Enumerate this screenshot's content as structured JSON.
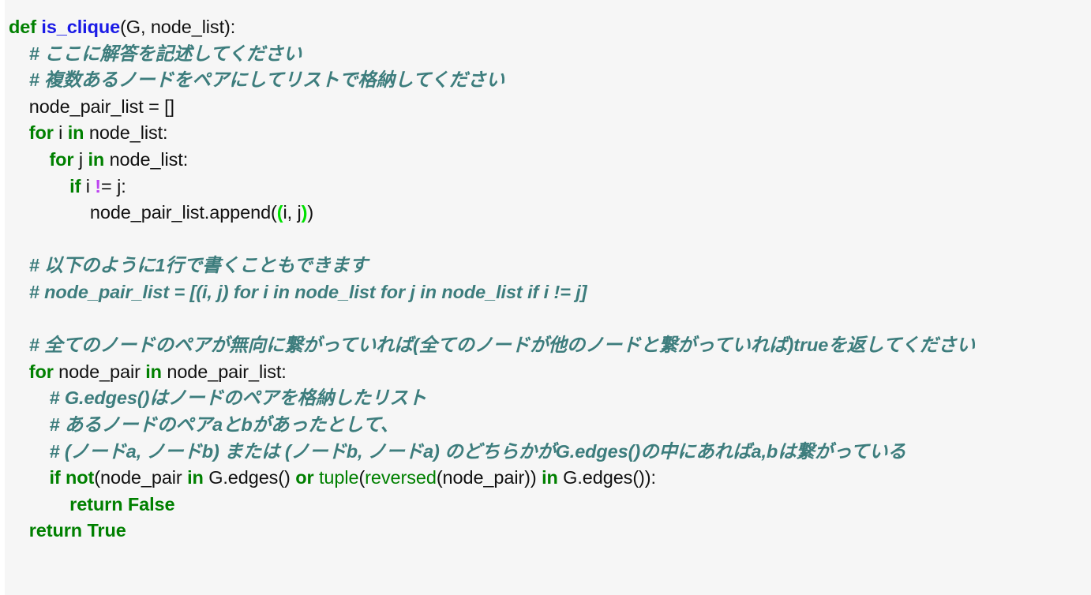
{
  "editor": {
    "background_color": "#f6f6f6",
    "gutter_color": "#ffffff",
    "language": "Python",
    "colors": {
      "keyword": "#008000",
      "builtin": "#008000",
      "function_name": "#1a1ae6",
      "comment": "#3d7d7d",
      "plain_text": "#111111",
      "bracket_highlight": "#00e000",
      "operator_highlight": "#bd45f0"
    }
  },
  "code": {
    "lines": [
      {
        "indent": 0,
        "tokens": [
          {
            "t": "def",
            "c": "kw"
          },
          {
            "t": " ",
            "c": "plain"
          },
          {
            "t": "is_clique",
            "c": "fname"
          },
          {
            "t": "(G, node_list):",
            "c": "plain"
          }
        ]
      },
      {
        "indent": 1,
        "tokens": [
          {
            "t": "# ここに解答を記述してください",
            "c": "comment"
          }
        ]
      },
      {
        "indent": 1,
        "tokens": [
          {
            "t": "# 複数あるノードをペアにしてリストで格納してください",
            "c": "comment"
          }
        ]
      },
      {
        "indent": 1,
        "tokens": [
          {
            "t": "node_pair_list = []",
            "c": "plain"
          }
        ]
      },
      {
        "indent": 1,
        "tokens": [
          {
            "t": "for",
            "c": "kw"
          },
          {
            "t": " i ",
            "c": "plain"
          },
          {
            "t": "in",
            "c": "kw"
          },
          {
            "t": " node_list:",
            "c": "plain"
          }
        ]
      },
      {
        "indent": 2,
        "tokens": [
          {
            "t": "for",
            "c": "kw"
          },
          {
            "t": " j ",
            "c": "plain"
          },
          {
            "t": "in",
            "c": "kw"
          },
          {
            "t": " node_list:",
            "c": "plain"
          }
        ]
      },
      {
        "indent": 3,
        "tokens": [
          {
            "t": "if",
            "c": "kw"
          },
          {
            "t": " i ",
            "c": "plain"
          },
          {
            "t": "!",
            "c": "op-hl"
          },
          {
            "t": "= j:",
            "c": "plain"
          }
        ]
      },
      {
        "indent": 4,
        "tokens": [
          {
            "t": "node_pair_list.append(",
            "c": "plain"
          },
          {
            "t": "(",
            "c": "bracket-hl"
          },
          {
            "t": "i, j",
            "c": "plain"
          },
          {
            "t": ")",
            "c": "bracket-hl"
          },
          {
            "t": ")",
            "c": "plain"
          }
        ]
      },
      {
        "indent": 0,
        "blank": true,
        "tokens": []
      },
      {
        "indent": 1,
        "tokens": [
          {
            "t": "# 以下のように1行で書くこともできます",
            "c": "comment"
          }
        ]
      },
      {
        "indent": 1,
        "tokens": [
          {
            "t": "# node_pair_list = [(i, j) for i in node_list for j in node_list if i != j]",
            "c": "comment"
          }
        ]
      },
      {
        "indent": 0,
        "blank": true,
        "tokens": []
      },
      {
        "indent": 1,
        "tokens": [
          {
            "t": "# 全てのノードのペアが無向に繋がっていれば(全てのノードが他のノードと繋がっていれば)trueを返してください",
            "c": "comment"
          }
        ]
      },
      {
        "indent": 1,
        "tokens": [
          {
            "t": "for",
            "c": "kw"
          },
          {
            "t": " node_pair ",
            "c": "plain"
          },
          {
            "t": "in",
            "c": "kw"
          },
          {
            "t": " node_pair_list:",
            "c": "plain"
          }
        ]
      },
      {
        "indent": 2,
        "tokens": [
          {
            "t": "# G.edges()はノードのペアを格納したリスト",
            "c": "comment"
          }
        ]
      },
      {
        "indent": 2,
        "tokens": [
          {
            "t": "# あるノードのペアaとbがあったとして、",
            "c": "comment"
          }
        ]
      },
      {
        "indent": 2,
        "tokens": [
          {
            "t": "# (ノードa, ノードb) または (ノードb, ノードa) のどちらかがG.edges()の中にあればa,bは繋がっている",
            "c": "comment"
          }
        ]
      },
      {
        "indent": 2,
        "tokens": [
          {
            "t": "if",
            "c": "kw"
          },
          {
            "t": " ",
            "c": "plain"
          },
          {
            "t": "not",
            "c": "kw"
          },
          {
            "t": "(node_pair ",
            "c": "plain"
          },
          {
            "t": "in",
            "c": "kw"
          },
          {
            "t": " G.edges() ",
            "c": "plain"
          },
          {
            "t": "or",
            "c": "kw"
          },
          {
            "t": " ",
            "c": "plain"
          },
          {
            "t": "tuple",
            "c": "builtin"
          },
          {
            "t": "(",
            "c": "plain"
          },
          {
            "t": "reversed",
            "c": "builtin"
          },
          {
            "t": "(node_pair)) ",
            "c": "plain"
          },
          {
            "t": "in",
            "c": "kw"
          },
          {
            "t": " G.edges()):",
            "c": "plain"
          }
        ]
      },
      {
        "indent": 3,
        "tokens": [
          {
            "t": "return",
            "c": "kw"
          },
          {
            "t": " ",
            "c": "plain"
          },
          {
            "t": "False",
            "c": "kw"
          }
        ]
      },
      {
        "indent": 1,
        "tokens": [
          {
            "t": "return",
            "c": "kw"
          },
          {
            "t": " ",
            "c": "plain"
          },
          {
            "t": "True",
            "c": "kw"
          }
        ]
      }
    ]
  }
}
